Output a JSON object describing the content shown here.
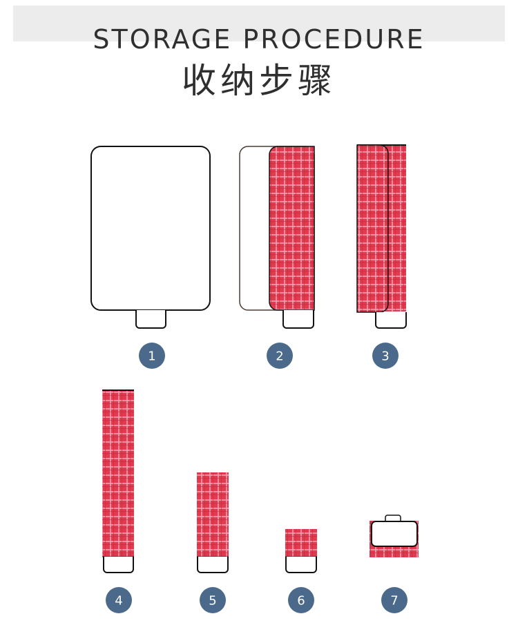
{
  "header": {
    "title_en": "STORAGE PROCEDURE",
    "title_cn": "收纳步骤"
  },
  "colors": {
    "header_band": "#ececec",
    "plaid_base": "#e23a4f",
    "plaid_stripe": "#f2a3b4",
    "badge": "#4b6a8b",
    "outline": "#111111",
    "outline_brown": "#4a3a33"
  },
  "steps": [
    {
      "number": "1"
    },
    {
      "number": "2"
    },
    {
      "number": "3"
    },
    {
      "number": "4"
    },
    {
      "number": "5"
    },
    {
      "number": "6"
    },
    {
      "number": "7"
    }
  ]
}
